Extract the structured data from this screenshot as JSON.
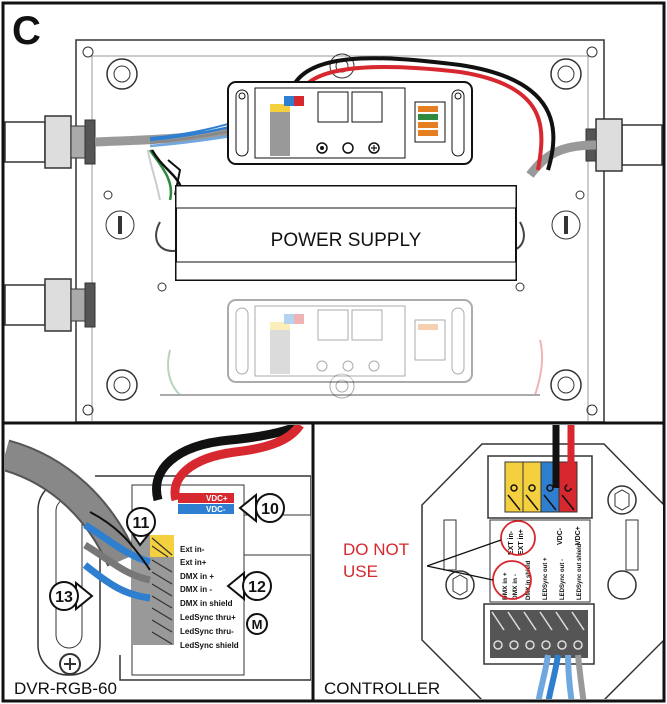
{
  "figure_letter": "C",
  "top_panel": {
    "power_supply_label": "POWER SUPPLY"
  },
  "left_panel": {
    "caption": "DVR-RGB-60",
    "vdc_plus": "VDC+",
    "vdc_minus": "VDC-",
    "callouts": [
      "10",
      "11",
      "12",
      "13",
      "M"
    ],
    "terminals": [
      "Ext in-",
      "Ext in+",
      "DMX in +",
      "DMX in -",
      "DMX in shield",
      "LedSync thru+",
      "LedSync thru-",
      "LedSync shield"
    ]
  },
  "right_panel": {
    "caption": "CONTROLLER",
    "warning_line1": "DO NOT",
    "warning_line2": "USE",
    "top_labels": [
      "EXT in-",
      "EXT in+",
      "VDC-",
      "VDC+"
    ],
    "bottom_labels": [
      "DMX in +",
      "DMX in -",
      "DMX in shield",
      "LEDSync out +",
      "LEDSync out -",
      "LEDSync out shield"
    ]
  },
  "colors": {
    "red": "#d7282f",
    "blue": "#2f7fd1",
    "yellow": "#f4d03f",
    "green": "#2e8b3e",
    "grey": "#8a8a8a",
    "black": "#111111"
  }
}
